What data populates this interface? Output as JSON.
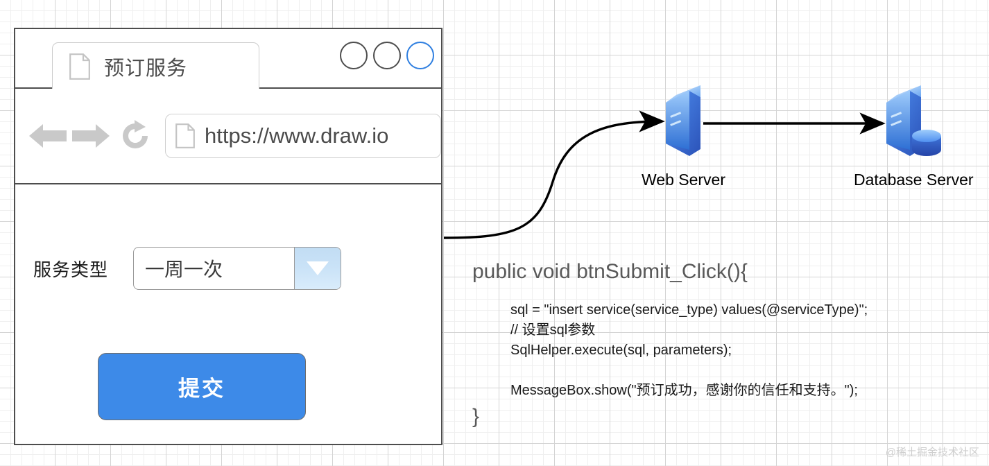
{
  "browser": {
    "tab": {
      "label": "预订服务",
      "icon": "document-icon"
    },
    "window_buttons": [
      {
        "name": "minimize-button",
        "color": "#4d4d4d"
      },
      {
        "name": "maximize-button",
        "color": "#4d4d4d"
      },
      {
        "name": "close-button",
        "color": "#2f7fe0"
      }
    ],
    "nav": {
      "back_icon": "back-arrow-icon",
      "forward_icon": "forward-arrow-icon",
      "reload_icon": "reload-icon",
      "url_icon": "page-icon",
      "url": "https://www.draw.io"
    },
    "form": {
      "service_type_label": "服务类型",
      "service_type_value": "一周一次",
      "dropdown_icon": "chevron-down-icon",
      "submit_label": "提交",
      "submit_color": "#3d8ae8"
    }
  },
  "diagram": {
    "nodes": [
      {
        "name": "web-server",
        "label": "Web Server",
        "icon": "server-icon"
      },
      {
        "name": "database-server",
        "label": "Database Server",
        "icon": "database-server-icon"
      }
    ],
    "edges": [
      {
        "name": "browser-to-web-server",
        "style": "curved"
      },
      {
        "name": "web-server-to-database-server",
        "style": "straight"
      }
    ]
  },
  "code": {
    "signature": "public void btnSubmit_Click(){",
    "lines": [
      "sql = \"insert service(service_type) values(@serviceType)\";",
      "// 设置sql参数",
      "SqlHelper.execute(sql, parameters);",
      "",
      "MessageBox.show(\"预订成功，感谢你的信任和支持。\");"
    ],
    "closing": "}"
  },
  "watermark": "@稀土掘金技术社区"
}
